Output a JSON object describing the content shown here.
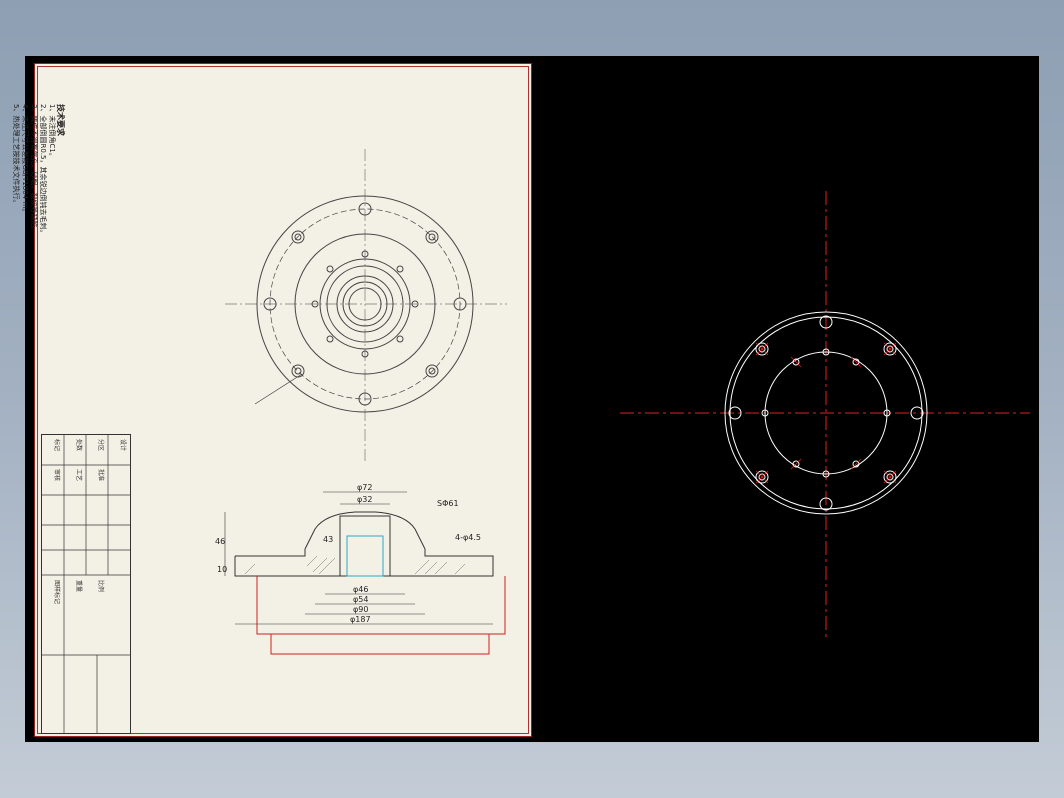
{
  "notes": {
    "title": "技术要求",
    "lines": [
      "1、未注倒角C1。",
      "2、全部倒圆R0.5，其余锐边倒钝去毛刺。",
      "3、铸件不得有气孔、砂眼、裂纹等缺陷。",
      "4、未注尺寸公差按GB/T1804-m。",
      "5、热处理工艺按技术文件执行。"
    ]
  },
  "dims": {
    "d72": "φ72",
    "d32": "φ32",
    "d46": "φ46",
    "d54": "φ54",
    "d90": "φ90",
    "d187": "φ187",
    "sr": "SΦ61",
    "h46": "46",
    "h10": "10",
    "h43": "43",
    "hole": "4-φ4.5"
  },
  "title_block": {
    "cells": [
      "标记",
      "处数",
      "分区",
      "设计",
      "审核",
      "工艺",
      "批准",
      "图样标记",
      "重量",
      "比例"
    ]
  },
  "colors": {
    "viewport": "#000000",
    "sheet": "#f3f1e6",
    "centerline": "#e02020",
    "model": "#ffffff"
  }
}
